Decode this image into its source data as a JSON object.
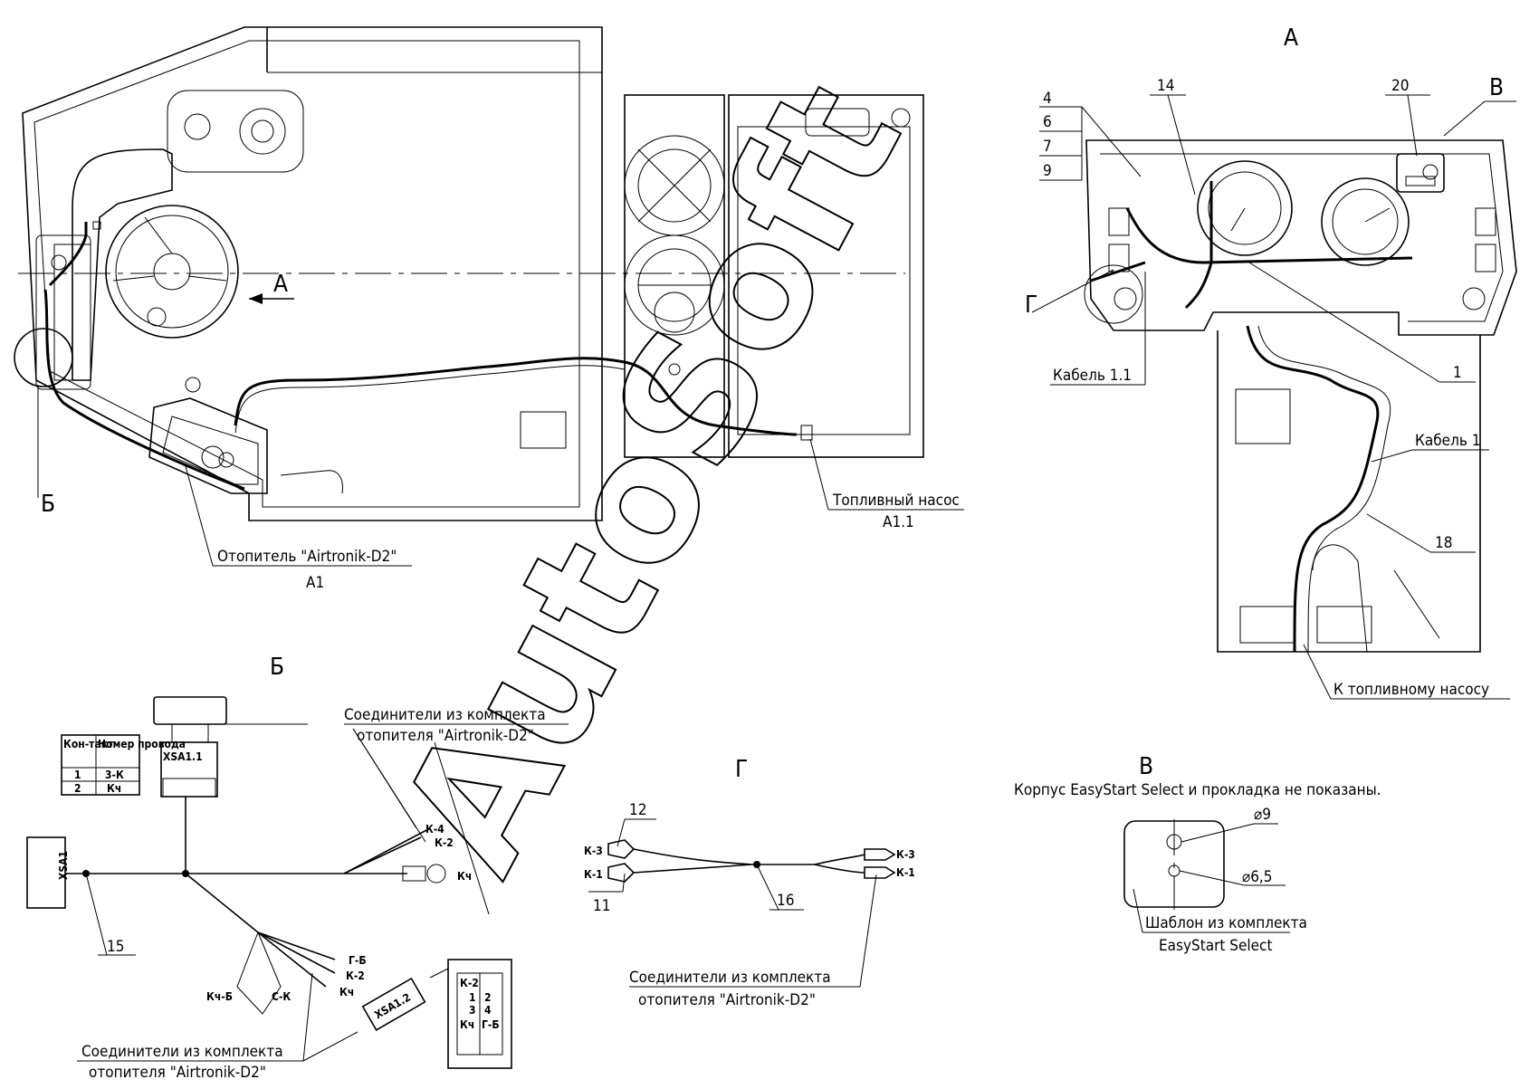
{
  "views": {
    "A": "А",
    "B": "Б",
    "V": "В",
    "G": "Г",
    "arrow_A": "А",
    "marker_B": "Б",
    "marker_G": "Г",
    "marker_V": "В"
  },
  "main": {
    "heater_label": "Отопитель \"Airtronik-D2\"",
    "heater_ref": "A1",
    "pump_label": "Топливный насос",
    "pump_ref": "A1.1"
  },
  "view_A": {
    "callouts": [
      "4",
      "6",
      "7",
      "9",
      "14",
      "20",
      "1",
      "18"
    ],
    "cable_1_1": "Кабель 1.1",
    "cable_1": "Кабель 1",
    "to_pump": "К топливному насосу"
  },
  "view_B": {
    "table": {
      "headers": [
        "Кон-такт",
        "Номер провода"
      ],
      "rows": [
        [
          "1",
          "3-К"
        ],
        [
          "2",
          "Кч"
        ]
      ]
    },
    "xsa1": "XSA1",
    "xsa1_1": "XSA1.1",
    "xsa1_2": "XSA1.2",
    "connectors_top_1": "Соединители из комплекта",
    "connectors_top_2": "отопителя \"Airtronik-D2\"",
    "connectors_bot_1": "Соединители из комплекта",
    "connectors_bot_2": "отопителя \"Airtronik-D2\"",
    "callout_15": "15",
    "wires": [
      "К-4",
      "К-2",
      "Кч",
      "Г-Б",
      "К-2",
      "Кч",
      "Кч-Б",
      "С-К"
    ],
    "block": [
      "К-2",
      "1",
      "2",
      "3",
      "4",
      "Кч",
      "Г-Б"
    ]
  },
  "view_G": {
    "callout_12": "12",
    "callout_11": "11",
    "callout_16": "16",
    "left_top": "К-3",
    "left_bot": "К-1",
    "right_top": "К-3",
    "right_bot": "К-1",
    "connectors_1": "Соединители из комплекта",
    "connectors_2": "отопителя \"Airtronik-D2\""
  },
  "view_V": {
    "note": "Корпус EasyStart Select и прокладка не показаны.",
    "d9": "⌀9",
    "d65": "⌀6,5",
    "template_1": "Шаблон из комплекта",
    "template_2": "EasyStart Select"
  },
  "watermark": "AutoSoft"
}
